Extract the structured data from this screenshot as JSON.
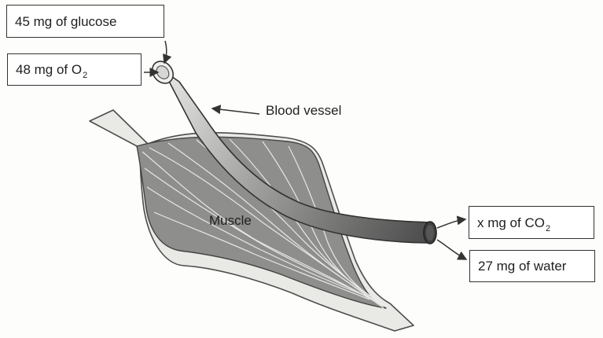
{
  "labels": {
    "glucose": {
      "text": "45 mg of glucose"
    },
    "oxygen": {
      "prefix": "48 mg of O",
      "sub": "2"
    },
    "blood_vessel": {
      "text": "Blood vessel"
    },
    "muscle": {
      "text": "Muscle"
    },
    "co2": {
      "prefix": "x mg of CO",
      "sub": "2"
    },
    "water": {
      "text": "27 mg of water"
    }
  },
  "colors": {
    "vessel_start": "#e8e8e6",
    "vessel_mid": "#9d9d9b",
    "vessel_end": "#4c4c4c",
    "muscle_fill": "#8d8d8b",
    "muscle_border": "#d8d8d6",
    "fiber": "#eeeeea",
    "outline": "#333333"
  }
}
